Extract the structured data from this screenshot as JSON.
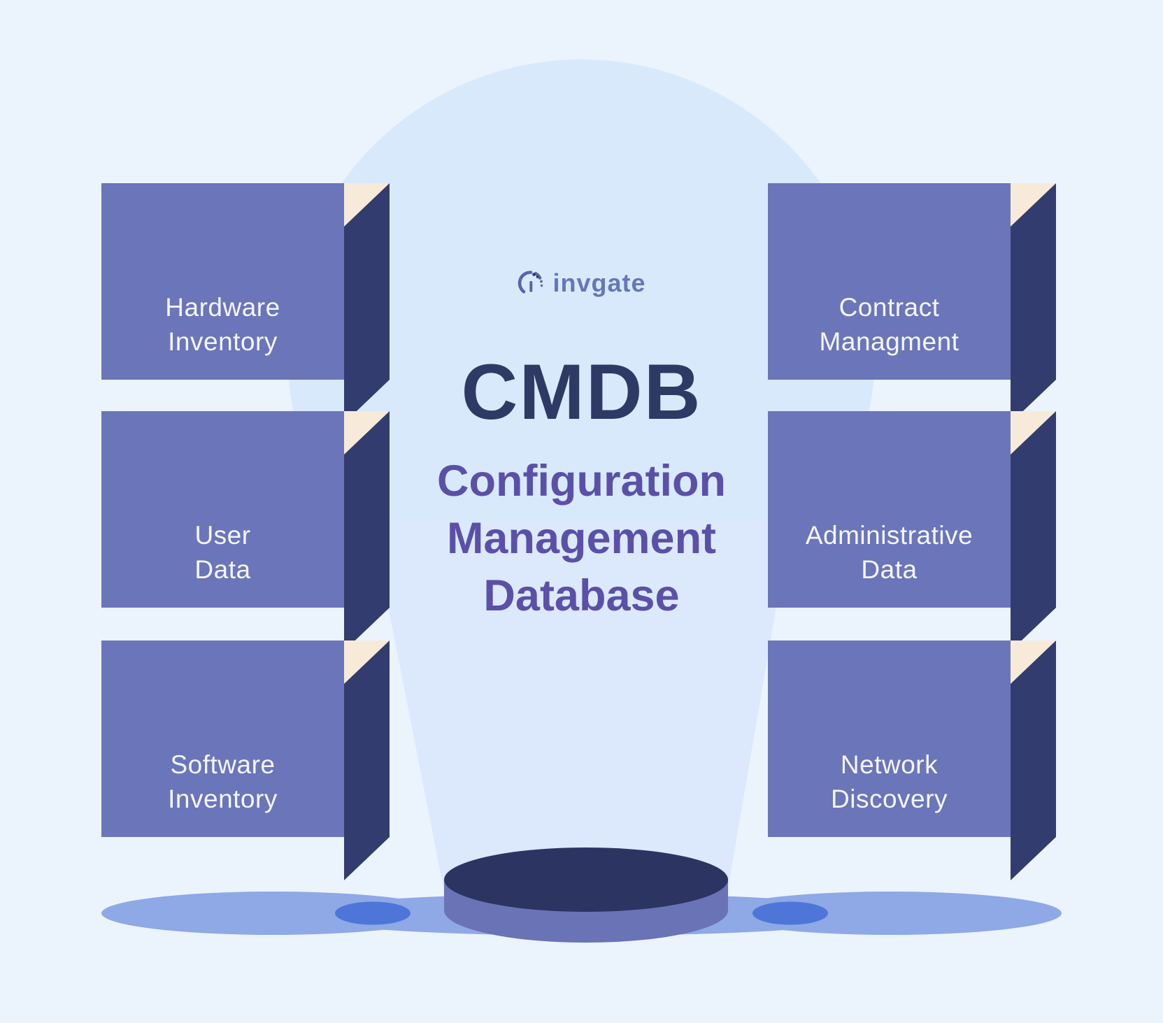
{
  "brand": {
    "logo_text": "invgate",
    "logo_icon": "invgate-ring-icon"
  },
  "title": {
    "heading": "CMDB",
    "subtitle": "Configuration\nManagement\nDatabase"
  },
  "boxes": {
    "left": [
      {
        "label": "Hardware\nInventory"
      },
      {
        "label": "User\nData"
      },
      {
        "label": "Software\nInventory"
      }
    ],
    "right": [
      {
        "label": "Contract\nManagment"
      },
      {
        "label": "Administrative\nData"
      },
      {
        "label": "Network\nDiscovery"
      }
    ]
  },
  "colors": {
    "background": "#ebf3fd",
    "backdrop_circle": "#d9e9fc",
    "spotlight_beam": "#dce9fc",
    "cube_front": "#6b75b9",
    "cube_top": "#f7ead8",
    "cube_side": "#333c6e",
    "cube_label_text": "#f4f5fd",
    "heading_text": "#2f3a64",
    "subtitle_text": "#5b50a8",
    "logo_text": "#6577b8",
    "podium_top": "#2c3562",
    "podium_side": "#6a73b6",
    "ground_ellipse": "#8fa8e6",
    "ground_dot": "#4d76d8"
  }
}
